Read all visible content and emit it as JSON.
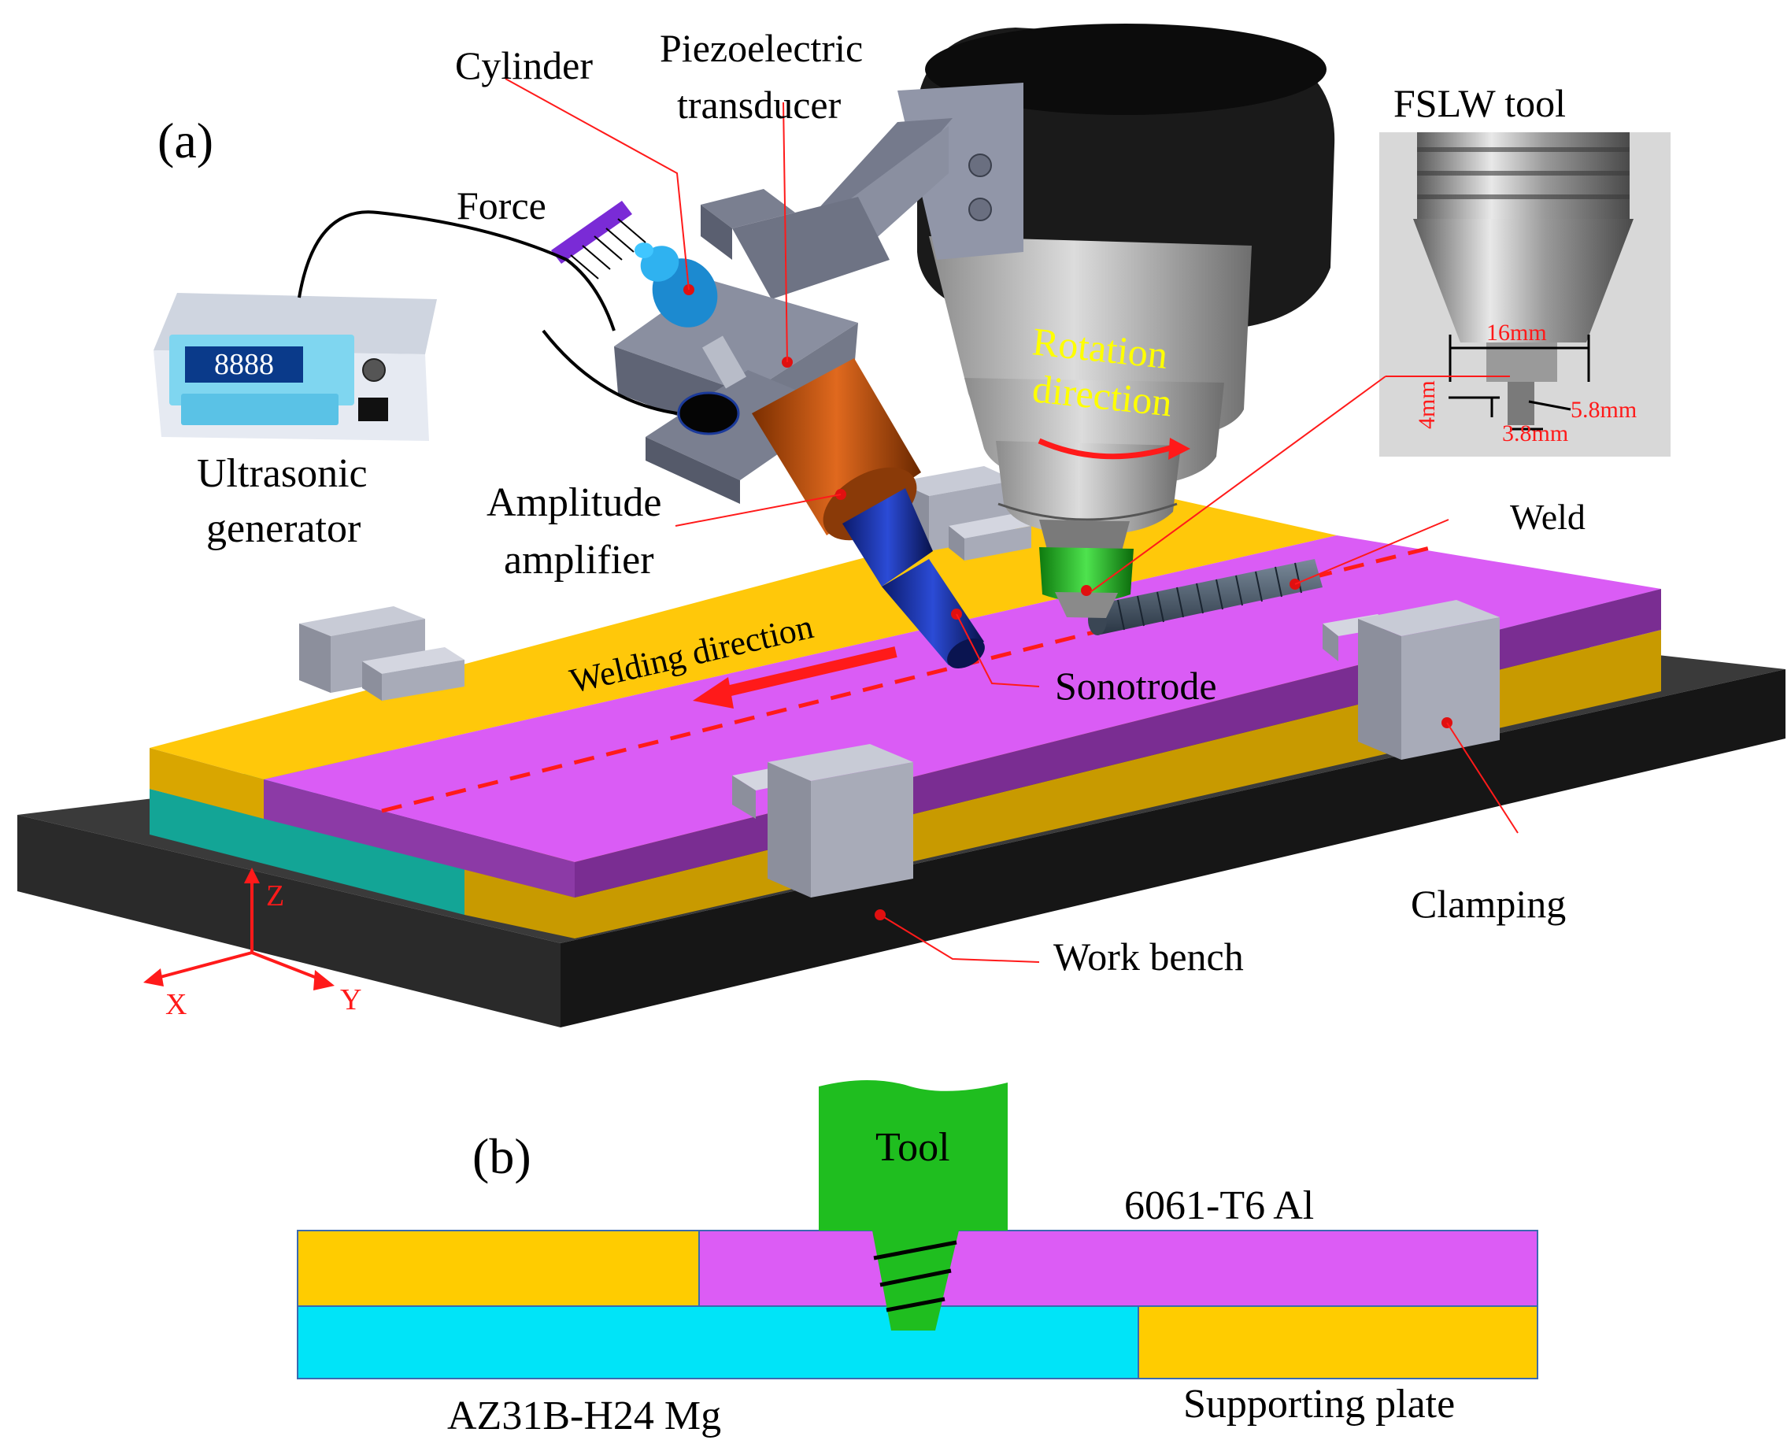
{
  "panel_a": {
    "label": "(a)",
    "labels": {
      "cylinder": "Cylinder",
      "piezo_line1": "Piezoelectric",
      "piezo_line2": "transducer",
      "force": "Force",
      "ultrasonic_line1": "Ultrasonic",
      "ultrasonic_line2": "generator",
      "amplitude_line1": "Amplitude",
      "amplitude_line2": "amplifier",
      "rotation_line1": "Rotation",
      "rotation_line2": "direction",
      "weld": "Weld",
      "welding_direction": "Welding direction",
      "sonotrode": "Sonotrode",
      "clamping": "Clamping",
      "work_bench": "Work bench",
      "generator_display": "8888"
    },
    "axes": {
      "z": "Z",
      "x": "X",
      "y": "Y"
    },
    "fslw_tool": {
      "title": "FSLW tool",
      "dim_shoulder": "16mm",
      "dim_pin_length": "4mm",
      "dim_pin_top": "5.8mm",
      "dim_pin_bottom": "3.8mm"
    }
  },
  "panel_b": {
    "label": "(b)",
    "tool": "Tool",
    "top_plate": "6061-T6 Al",
    "bottom_plate": "AZ31B-H24 Mg",
    "support": "Supporting plate"
  },
  "colors": {
    "yellow_plate": "#FFC80A",
    "magenta_plate": "#DA5CF5",
    "teal_plate": "#13A596",
    "work_bench": "#2B2B2B",
    "tool_green": "#1FBE1F",
    "cyan_plate": "#00E4F8",
    "annotation_red": "#FF1A1A",
    "rotation_text": "#FFFF00"
  }
}
